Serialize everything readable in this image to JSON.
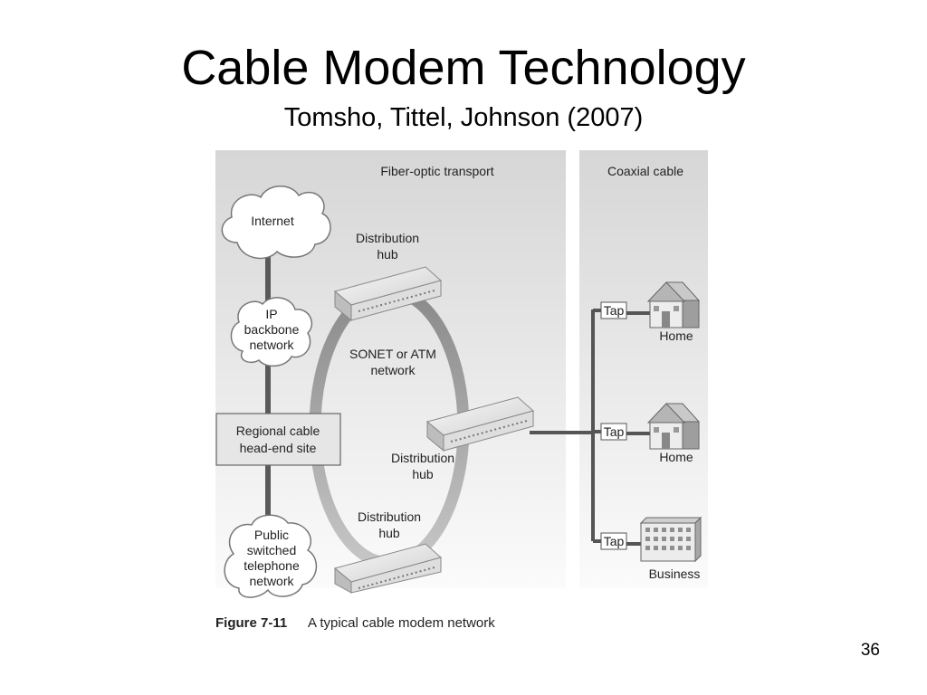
{
  "slide": {
    "title": "Cable Modem Technology",
    "subtitle": "Tomsho, Tittel, Johnson (2007)",
    "page_number": "36"
  },
  "figure": {
    "section_fiber": "Fiber-optic transport",
    "section_coax": "Coaxial cable",
    "internet": "Internet",
    "ip_backbone": [
      "IP",
      "backbone",
      "network"
    ],
    "headend": [
      "Regional cable",
      "head-end site"
    ],
    "pstn": [
      "Public",
      "switched",
      "telephone",
      "network"
    ],
    "hub_top": [
      "Distribution",
      "hub"
    ],
    "hub_middle": [
      "Distribution",
      "hub"
    ],
    "hub_bottom": [
      "Distribution",
      "hub"
    ],
    "ring": [
      "SONET or ATM",
      "network"
    ],
    "tap_label": "Tap",
    "home_1": "Home",
    "home_2": "Home",
    "business": "Business",
    "caption_number": "Figure 7-11",
    "caption_text": "A typical cable modem network"
  }
}
